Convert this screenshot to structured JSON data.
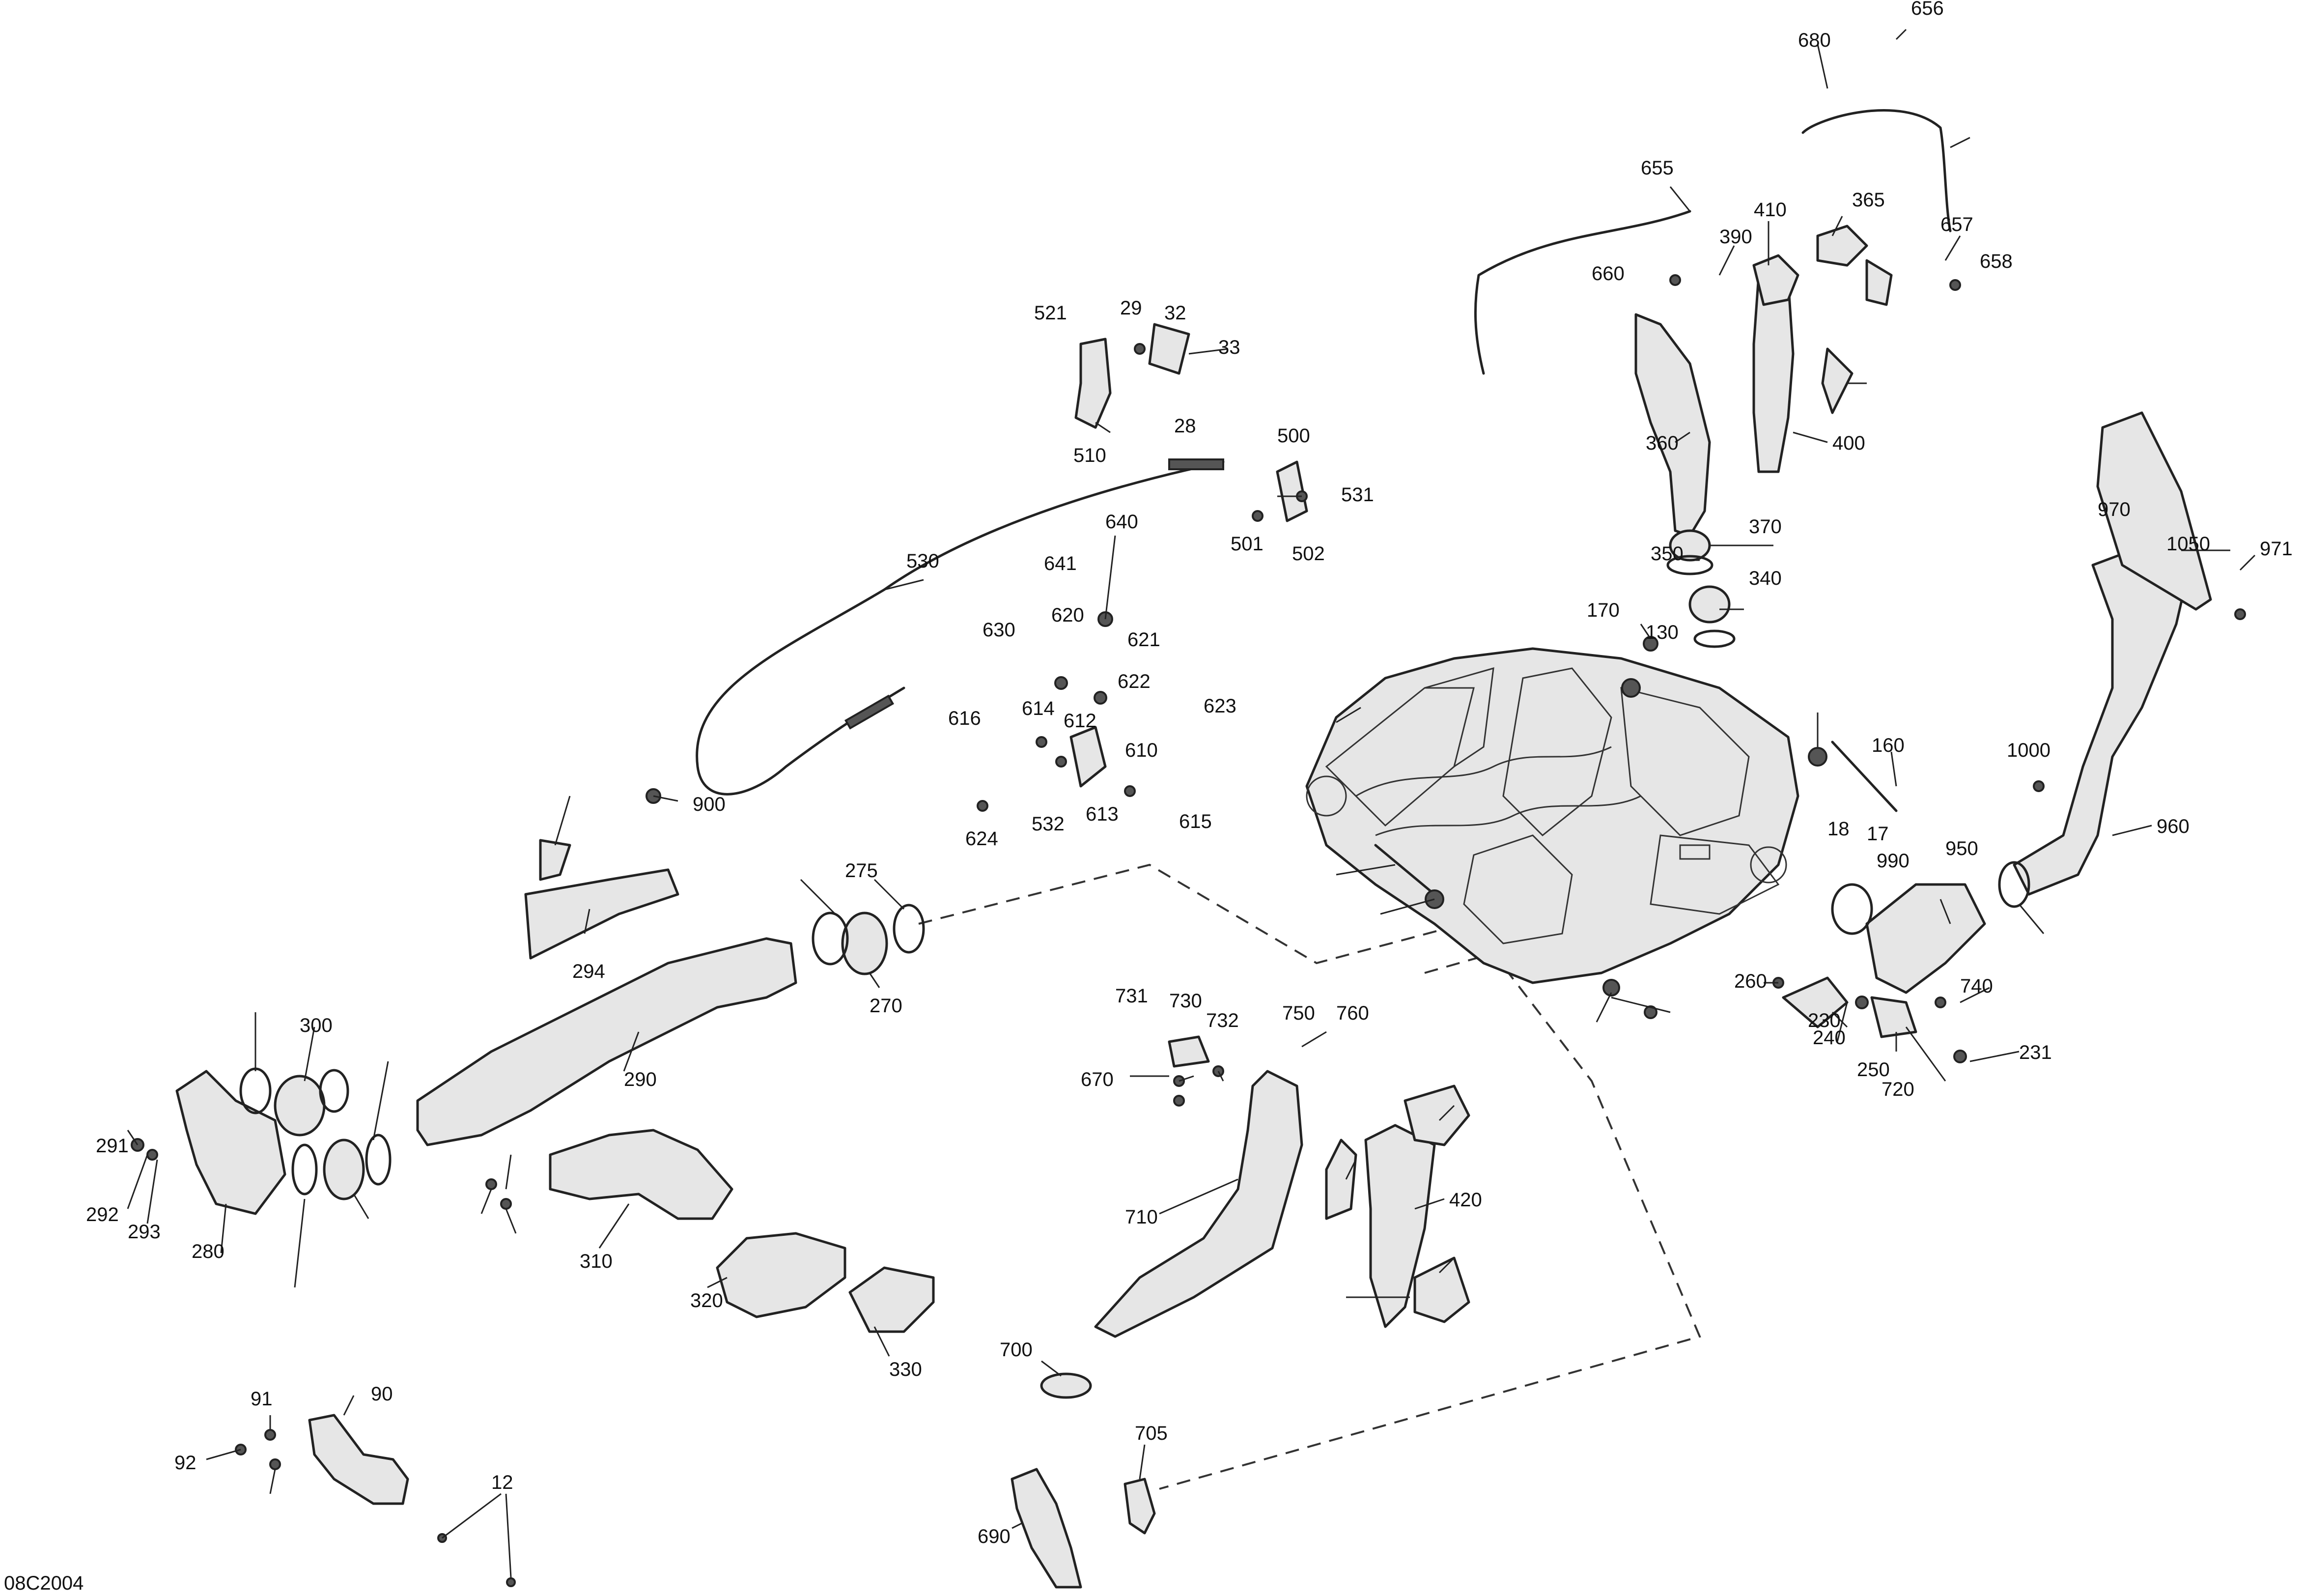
{
  "diagram_code": "08C2004",
  "callouts": [
    "12",
    "17",
    "18",
    "28",
    "29",
    "32",
    "33",
    "90",
    "91",
    "92",
    "130",
    "160",
    "170",
    "230",
    "231",
    "240",
    "250",
    "260",
    "270",
    "275",
    "280",
    "290",
    "291",
    "292",
    "293",
    "294",
    "300",
    "310",
    "320",
    "330",
    "340",
    "350",
    "360",
    "365",
    "370",
    "390",
    "400",
    "410",
    "420",
    "500",
    "501",
    "502",
    "510",
    "521",
    "530",
    "531",
    "532",
    "610",
    "612",
    "613",
    "614",
    "615",
    "616",
    "620",
    "621",
    "622",
    "623",
    "624",
    "630",
    "640",
    "641",
    "655",
    "656",
    "657",
    "658",
    "660",
    "670",
    "680",
    "690",
    "700",
    "705",
    "710",
    "720",
    "730",
    "731",
    "732",
    "740",
    "750",
    "760",
    "900",
    "950",
    "960",
    "970",
    "971",
    "990",
    "1000",
    "1050"
  ]
}
